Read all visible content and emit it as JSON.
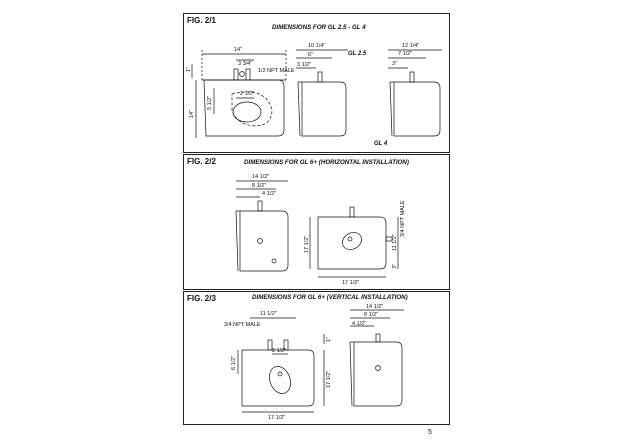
{
  "page_number": "5",
  "figures": [
    {
      "label": "FIG. 2/1",
      "title": "DIMENSIONS FOR GL 2.5 - GL 4",
      "dims": {
        "width_total": "14\"",
        "w3_3_4": "3 3/4\"",
        "npt": "1/2 NPT MALE",
        "h_1": "1\"",
        "h_14": "14\"",
        "h_5_1_2": "5 1/2\"",
        "w2_1_2": "2 1/2\"",
        "d10_1_4": "10 1/4\"",
        "d6": "6\"",
        "d3_1_2": "3 1/2\"",
        "d12_1_4": "12 1/4\"",
        "d7_1_2": "7 1/2\"",
        "d3": "3\""
      },
      "model_a": "GL 2.5",
      "model_b": "GL 4"
    },
    {
      "label": "FIG. 2/2",
      "title": "DIMENSIONS FOR GL 6+ (HORIZONTAL INSTALLATION)",
      "dims": {
        "d14_1_2": "14 1/2\"",
        "d8_1_2": "8 1/2\"",
        "d4_1_2": "4 1/2\"",
        "h17_1_2": "17 1/2\"",
        "npt": "3/4 NPT MALE",
        "h11_1_2": "11 1/2\"",
        "h3": "3\"",
        "w17_1_2": "17 1/2\""
      }
    },
    {
      "label": "FIG. 2/3",
      "title": "DIMENSIONS FOR GL 6+ (VERTICAL INSTALLATION)",
      "dims": {
        "d14_1_2": "14 1/2\"",
        "d8_1_2": "8 1/2\"",
        "d4_1_2": "4 1/2\"",
        "w11_1_2": "11 1/2\"",
        "npt": "3/4 NPT MALE",
        "h1": "1\"",
        "h6_1_2": "6 1/2\"",
        "w2_1_2": "2 1/2\"",
        "h17_1_2": "17 1/2\"",
        "w17_1_2": "17 1/2\""
      }
    }
  ]
}
